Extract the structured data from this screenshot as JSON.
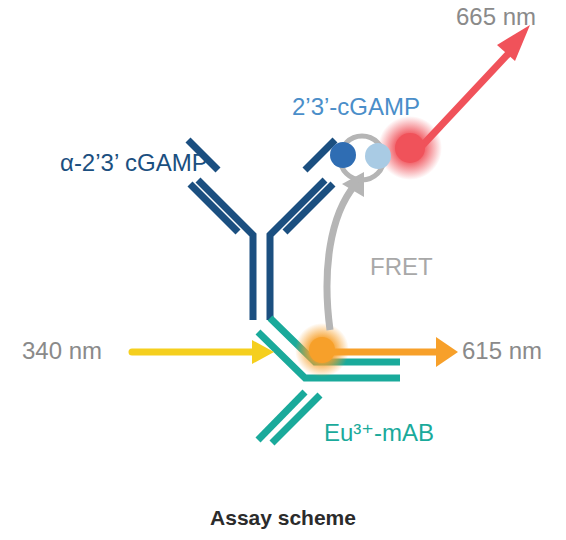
{
  "diagram": {
    "caption": "Assay scheme",
    "labels": [
      "665 nm",
      "2’3’-cGAMP",
      "α-2’3’ cGAMP",
      "FRET",
      "340 nm",
      "615 nm",
      "Eu³⁺-mAB"
    ]
  }
}
